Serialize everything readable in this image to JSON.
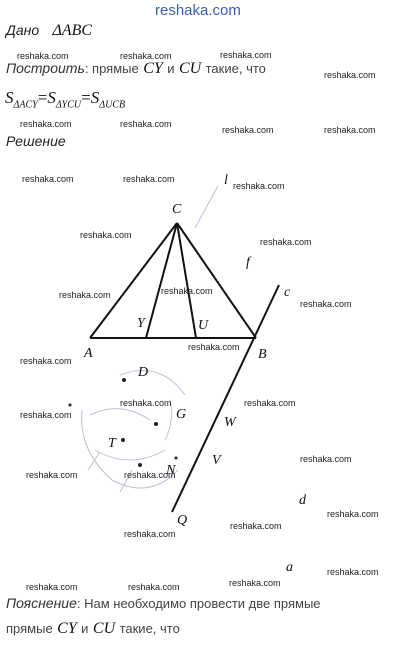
{
  "site_title": "reshaka.com",
  "given": {
    "label": "Дано",
    "value": "ΔABC"
  },
  "construct": {
    "label": "Построить",
    "text": ": прямые",
    "line1": "CY",
    "and": "и",
    "line2": "CU",
    "tail": "такие, что"
  },
  "equation": {
    "s1": "S",
    "sub1": "ΔACY",
    "eq1": "=",
    "s2": "S",
    "sub2": "ΔYCU",
    "eq2": "=",
    "s3": "S",
    "sub3": "ΔUCB"
  },
  "solution_label": "Решение",
  "figure_labels": {
    "C": "C",
    "A": "A",
    "B": "B",
    "Y": "Y",
    "U": "U",
    "l": "l",
    "f": "f",
    "c": "c",
    "D": "D",
    "G": "G",
    "T": "T",
    "N": "N",
    "W": "W",
    "V": "V",
    "Q": "Q",
    "d": "d",
    "a": "a"
  },
  "watermark_text": "reshaka.com",
  "explanation": {
    "label": "Пояснение",
    "text": ": Нам необходимо провести две прямые",
    "line2_start": "прямые",
    "line1": "CY",
    "and": "и",
    "line2": "CU",
    "tail": "такие, что"
  }
}
